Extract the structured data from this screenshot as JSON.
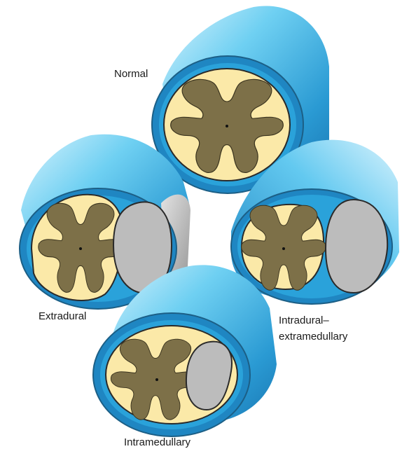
{
  "labels": {
    "normal": "Normal",
    "extradural": "Extradural",
    "intradural_line1": "Intradural–",
    "intradural_line2": "extramedullary",
    "intramedullary": "Intramedullary"
  },
  "colors": {
    "tube_light": "#cfeefb",
    "tube_mid": "#5cc7ef",
    "tube_dark": "#1f8cc8",
    "dura_rim": "#1c5f86",
    "cord_white_matter": "#fbe9a8",
    "cord_grey_matter": "#7d7048",
    "tumour": "#bcbcbc",
    "outline": "#2a2a2a"
  }
}
